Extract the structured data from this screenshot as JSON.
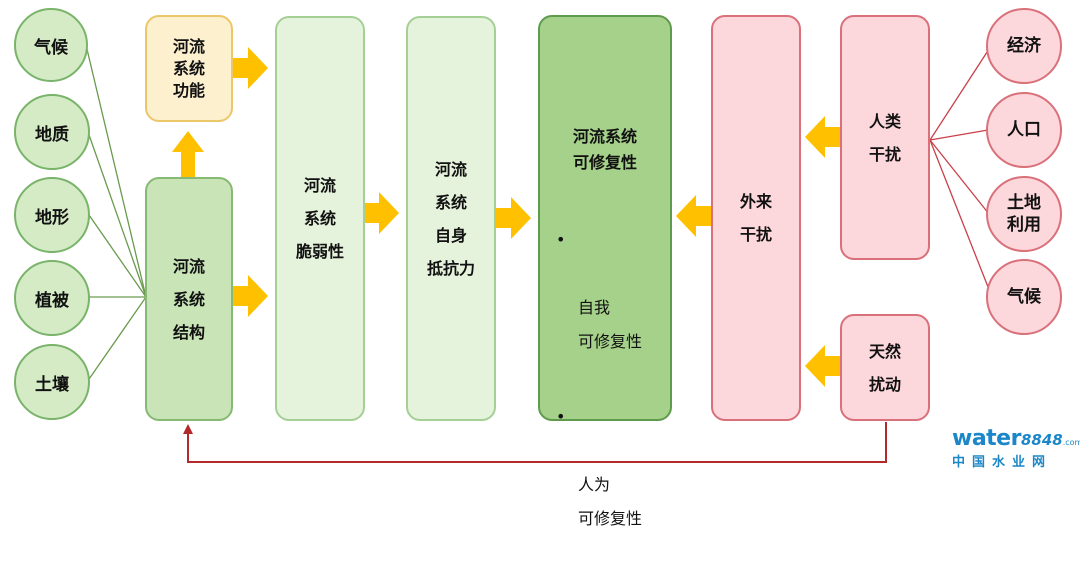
{
  "left_factors": [
    "气候",
    "地质",
    "地形",
    "植被",
    "土壤"
  ],
  "boxes": {
    "function": "河流\n系统\n功能",
    "structure": "河流\n系统\n结构",
    "vulnerability": "河流\n系统\n脆弱性",
    "self_resistance": "河流\n系统\n自身\n抵抗力",
    "resilience": {
      "title": "河流系统\n可修复性",
      "items": [
        "自我\n可修复性",
        "人为\n可修复性"
      ],
      "bullet": "•"
    },
    "external": "外来\n干扰",
    "human": "人类\n干扰",
    "natural": "天然\n扰动"
  },
  "right_factors": [
    "经济",
    "人口",
    "土地\n利用",
    "气候"
  ],
  "watermark": {
    "main": "water",
    "num": "8848",
    "com": ".com",
    "sub": "中国水业网"
  },
  "colors": {
    "green_line": "#6a9a4e",
    "red_line": "#c9404a",
    "feedback_line": "#b22a2a",
    "arrow": "#ffc000"
  }
}
